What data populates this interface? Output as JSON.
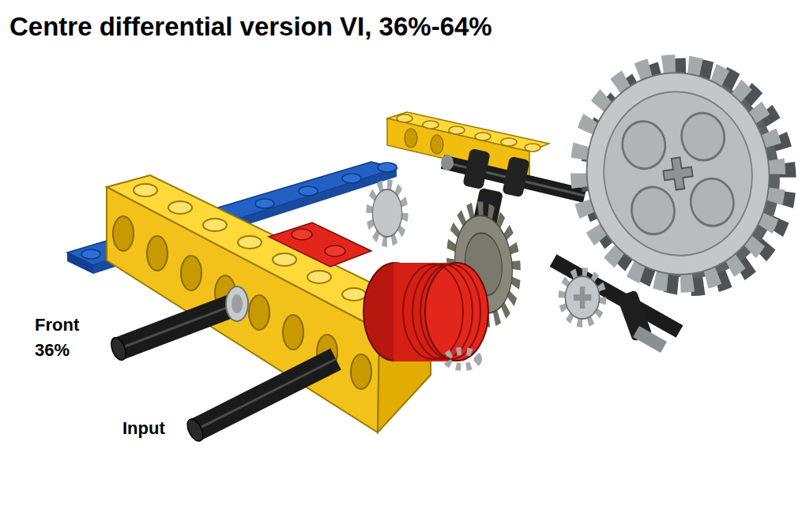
{
  "diagram": {
    "title": "Centre differential version VI, 36%-64%",
    "labels": [
      "Front 36%",
      "Input"
    ]
  }
}
